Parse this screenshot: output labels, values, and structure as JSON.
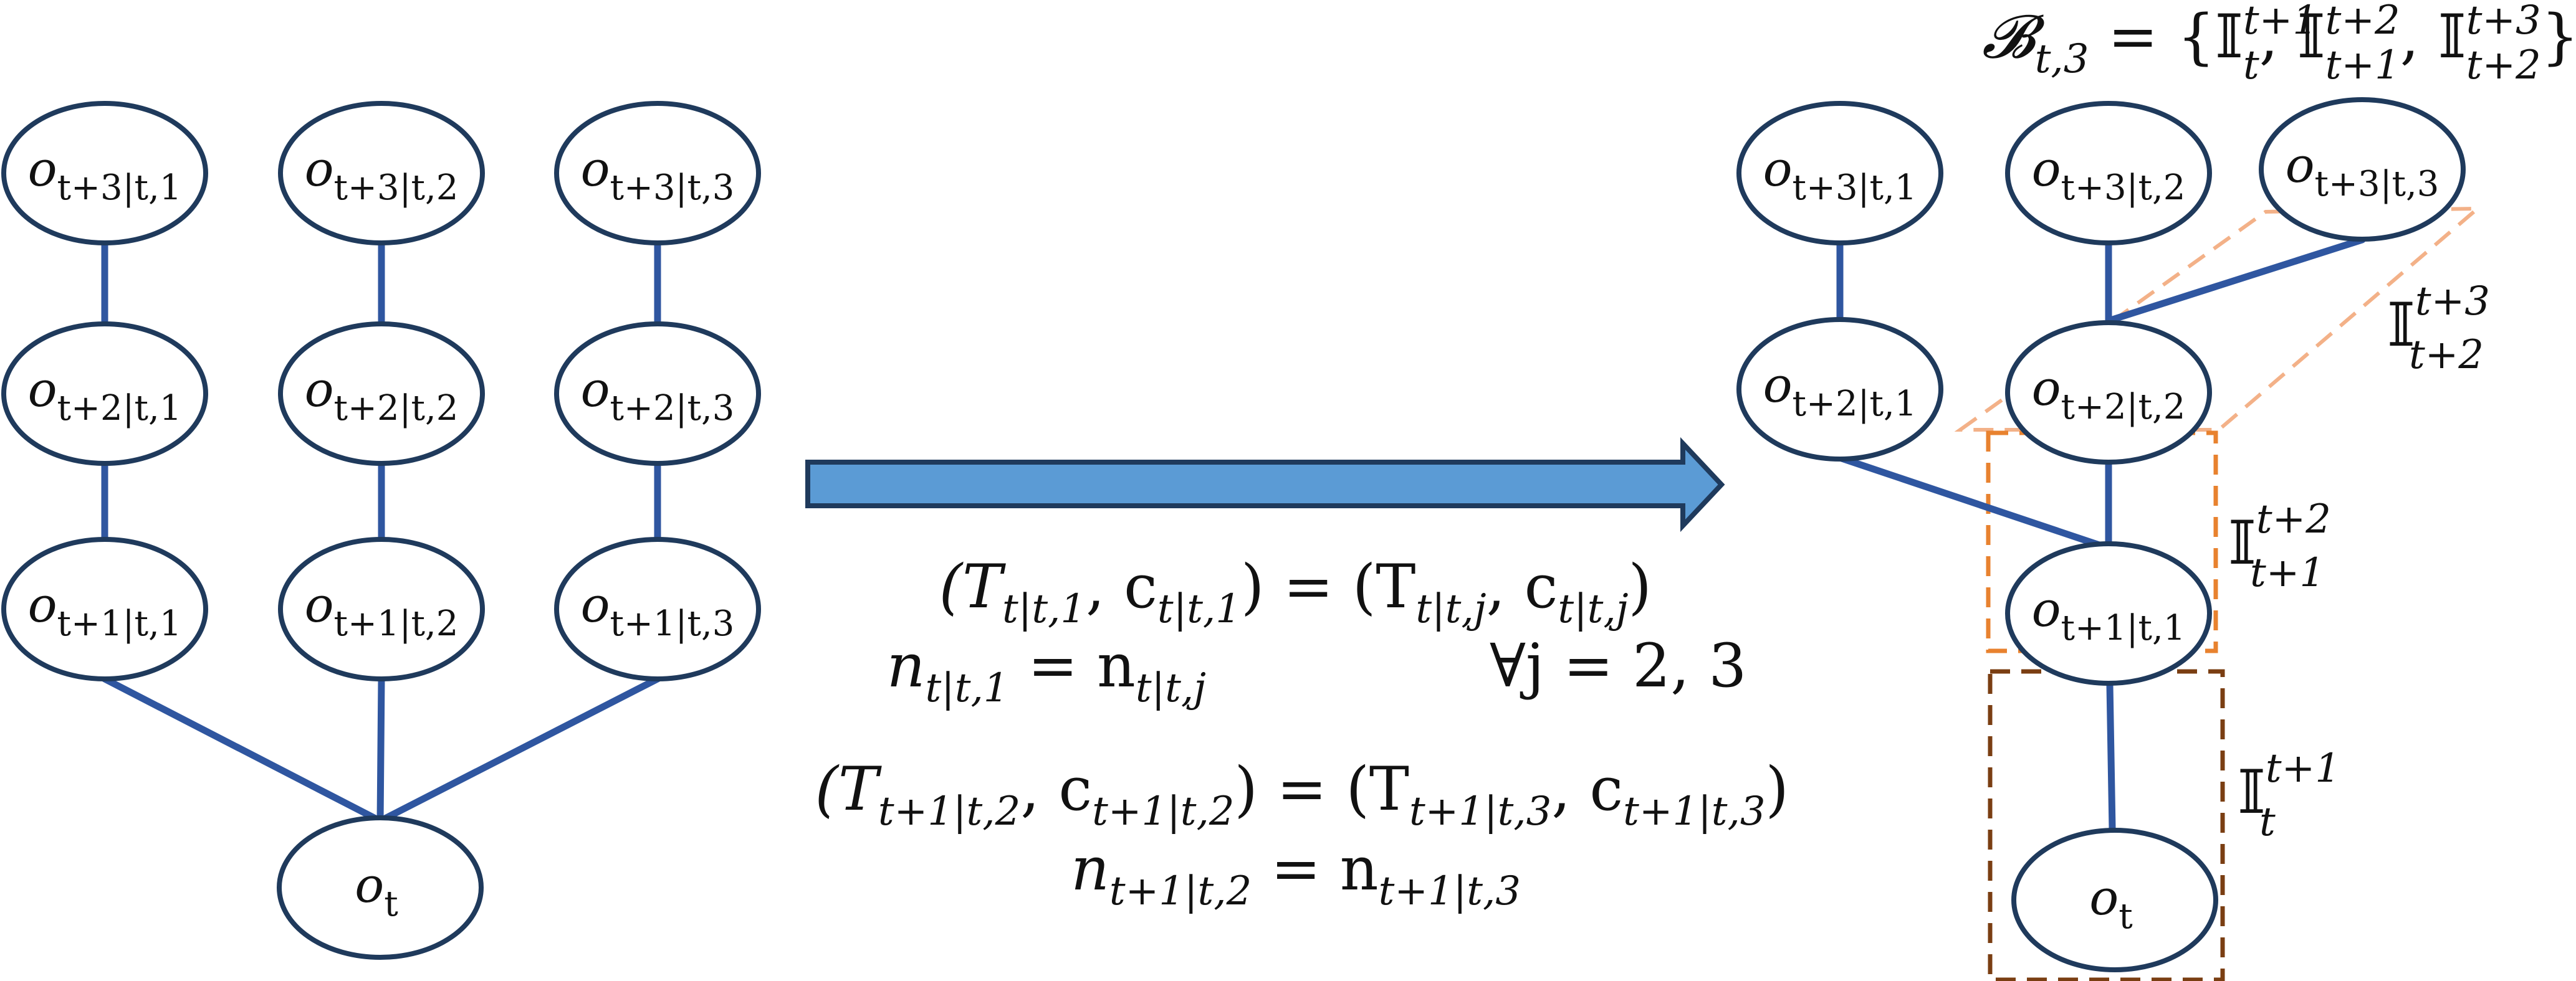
{
  "left_tree": {
    "nodes": [
      {
        "id": "L-t3-1",
        "base": "o",
        "sub": "t+3|t,1"
      },
      {
        "id": "L-t3-2",
        "base": "o",
        "sub": "t+3|t,2"
      },
      {
        "id": "L-t3-3",
        "base": "o",
        "sub": "t+3|t,3"
      },
      {
        "id": "L-t2-1",
        "base": "o",
        "sub": "t+2|t,1"
      },
      {
        "id": "L-t2-2",
        "base": "o",
        "sub": "t+2|t,2"
      },
      {
        "id": "L-t2-3",
        "base": "o",
        "sub": "t+2|t,3"
      },
      {
        "id": "L-t1-1",
        "base": "o",
        "sub": "t+1|t,1"
      },
      {
        "id": "L-t1-2",
        "base": "o",
        "sub": "t+1|t,2"
      },
      {
        "id": "L-t1-3",
        "base": "o",
        "sub": "t+1|t,3"
      },
      {
        "id": "L-root",
        "base": "o",
        "sub": "t"
      }
    ]
  },
  "right_tree": {
    "nodes": [
      {
        "id": "R-t3-1",
        "base": "o",
        "sub": "t+3|t,1"
      },
      {
        "id": "R-t3-2",
        "base": "o",
        "sub": "t+3|t,2"
      },
      {
        "id": "R-t3-3",
        "base": "o",
        "sub": "t+3|t,3"
      },
      {
        "id": "R-t2-1",
        "base": "o",
        "sub": "t+2|t,1"
      },
      {
        "id": "R-t2-2",
        "base": "o",
        "sub": "t+2|t,2"
      },
      {
        "id": "R-t1-1",
        "base": "o",
        "sub": "t+1|t,1"
      },
      {
        "id": "R-root",
        "base": "o",
        "sub": "t"
      }
    ],
    "set_label": {
      "name": "𝓑",
      "sub": "t,3",
      "body": " = {𝕀",
      "items": [
        {
          "sup": "t+1",
          "sub": "t"
        },
        {
          "sup": "t+2",
          "sub": "t+1"
        },
        {
          "sup": "t+3",
          "sub": "t+2"
        }
      ]
    },
    "boxes": [
      {
        "name": "𝕀",
        "sup": "t+3",
        "sub": "t+2"
      },
      {
        "name": "𝕀",
        "sup": "t+2",
        "sub": "t+1"
      },
      {
        "name": "𝕀",
        "sup": "t+1",
        "sub": "t"
      }
    ]
  },
  "equations": {
    "eq1_left": "(T",
    "eq1_left_sub": "t|t,1",
    "eq1_mid": ", c",
    "eq1_mid_sub": "t|t,1",
    "eq1_rhs": ") = (T",
    "eq1_rhs_sub": "t|t,j",
    "eq1_rhs2": ", c",
    "eq1_rhs2_sub": "t|t,j",
    "eq1_end": ")",
    "eq2_lhs": "n",
    "eq2_lhs_sub": "t|t,1",
    "eq2_rhs": " = n",
    "eq2_rhs_sub": "t|t,j",
    "eq2_quant": "∀j = 2, 3",
    "eq3_left": "(T",
    "eq3_left_sub": "t+1|t,2",
    "eq3_mid": ", c",
    "eq3_mid_sub": "t+1|t,2",
    "eq3_rhs": ") = (T",
    "eq3_rhs_sub": "t+1|t,3",
    "eq3_rhs2": ", c",
    "eq3_rhs2_sub": "t+1|t,3",
    "eq3_end": ")",
    "eq4_lhs": "n",
    "eq4_lhs_sub": "t+1|t,2",
    "eq4_rhs": " = n",
    "eq4_rhs_sub": "t+1|t,3"
  },
  "colors": {
    "node_stroke": "#1f3a5c",
    "edge": "#2f56a0",
    "arrow_fill": "#5b9bd5",
    "box_orange": "#e8822f",
    "box_light_orange": "#f3b188",
    "box_brown": "#7a3e12"
  }
}
